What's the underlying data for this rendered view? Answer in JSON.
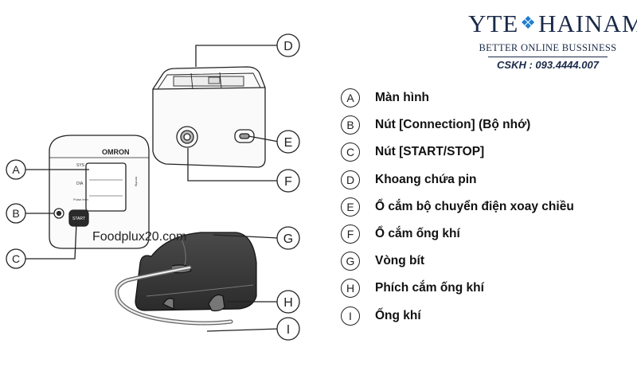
{
  "brand": {
    "name_left": "YTE",
    "name_right": "HAINAM",
    "tagline": "BETTER ONLINE BUSSINESS",
    "hotline": "CSKH : 093.4444.007",
    "accent_color": "#1f7fd0",
    "text_color": "#1b2a48"
  },
  "device": {
    "brand_text": "OMRON",
    "sys_label": "SYS",
    "dia_label": "DIA",
    "pulse_label": "Pulse /min",
    "unit_label": "mmHg",
    "start_label": "START"
  },
  "callouts": {
    "A": "A",
    "B": "B",
    "C": "C",
    "D": "D",
    "E": "E",
    "F": "F",
    "G": "G",
    "H": "H",
    "I": "I"
  },
  "legend": [
    {
      "letter": "A",
      "label": "Màn hình"
    },
    {
      "letter": "B",
      "label": "Nút [Connection] (Bộ nhớ)"
    },
    {
      "letter": "C",
      "label": "Nút [START/STOP]"
    },
    {
      "letter": "D",
      "label": "Khoang chứa pin"
    },
    {
      "letter": "E",
      "label": "Ổ cắm bộ chuyển điện xoay chiều"
    },
    {
      "letter": "F",
      "label": "Ổ cắm ống khí"
    },
    {
      "letter": "G",
      "label": "Vòng bít"
    },
    {
      "letter": "H",
      "label": "Phích cắm ống khí"
    },
    {
      "letter": "I",
      "label": "Ống khí"
    }
  ],
  "watermark": "Foodplux20.com"
}
